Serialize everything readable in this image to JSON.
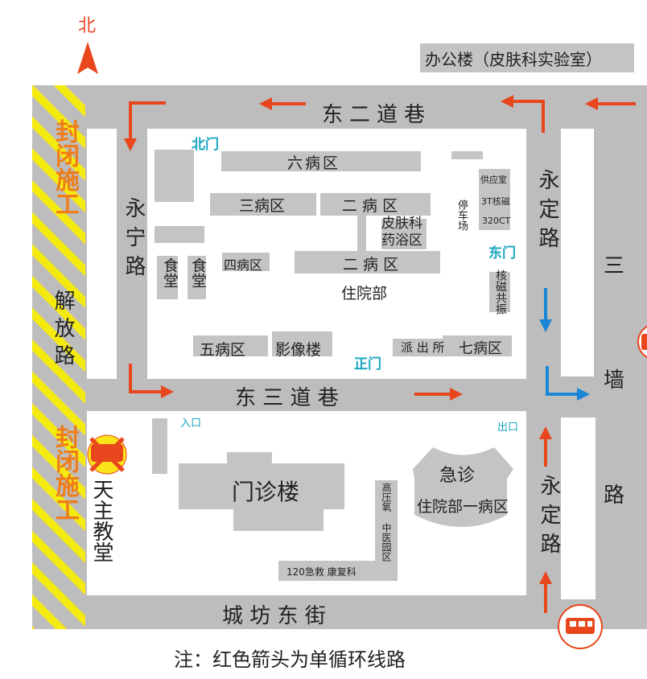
{
  "north": "北",
  "office": "办公楼（皮肤科实验室）",
  "roads": {
    "top": "东二道巷",
    "middle": "东 三 道 巷",
    "bottom": "城 坊 东 街",
    "left_inner": "永宁路",
    "left_outer": "解放路",
    "right_upper": "永定路",
    "right_lower": "永定路",
    "far_right_upper": "三",
    "far_right_mid": "墙",
    "far_right_lower": "路"
  },
  "closed": [
    "封闭施工",
    "封闭施工"
  ],
  "gates": {
    "north": "北门",
    "east": "东门",
    "main": "正门",
    "entrance": "入口",
    "exit": "出口"
  },
  "buildings": {
    "ward6": "六病区",
    "ward3": "三病区",
    "ward2a": "二 病 区",
    "derm": "皮肤科药浴区",
    "canteen1": "食堂",
    "canteen2": "食堂",
    "ward4": "四病区",
    "ward2b": "二 病 区",
    "inpatient": "住院部",
    "parking": "停车场",
    "supply": "供应室",
    "mri3t": "3T核磁",
    "ct": "320CT",
    "mri": "核磁共振",
    "ward5": "五病区",
    "imaging": "影像楼",
    "police": "派 出 所",
    "ward7": "七病区",
    "outpatient": "门诊楼",
    "emergency": "急诊",
    "ward1": "住院部一病区",
    "hyperbaric": "高压氧 中医园区",
    "rescue": "120急救 康复科",
    "church": "天主教堂"
  },
  "note": "注：红色箭头为单循环线路",
  "colors": {
    "road": "#bdbdbd",
    "building": "#c4c4c4",
    "arrow_red": "#e8461c",
    "arrow_blue": "#1a86d6",
    "gate": "#19a5c2",
    "closed": "#ef7d1a"
  }
}
